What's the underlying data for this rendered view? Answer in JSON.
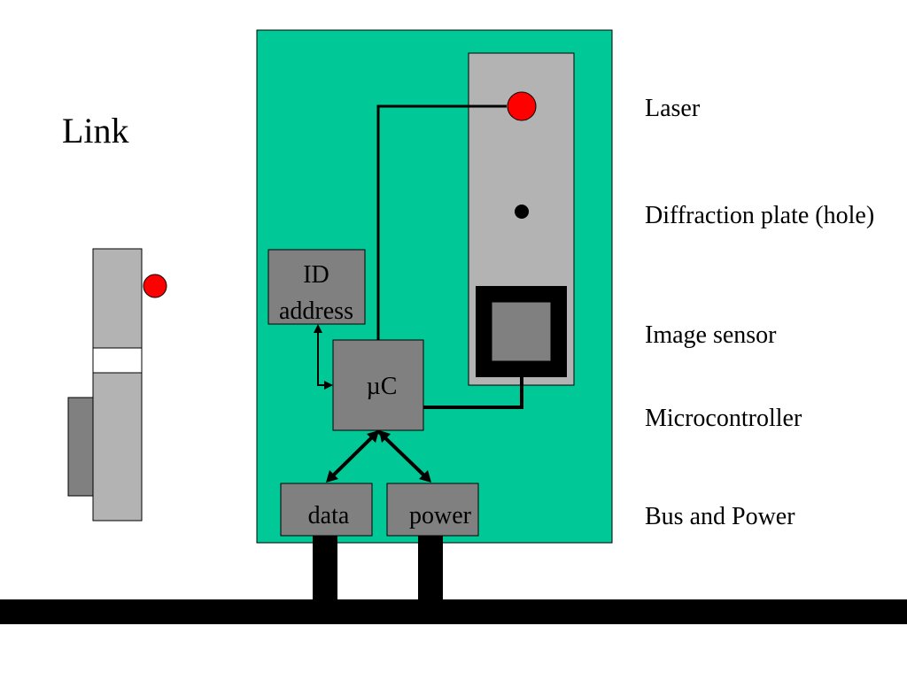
{
  "title": "Link",
  "board": {
    "id_box_line1": "ID",
    "id_box_line2": "address",
    "mcu_label": "µC",
    "data_label": "data",
    "power_label": "power"
  },
  "legend": {
    "laser": "Laser",
    "diffraction": "Diffraction plate (hole)",
    "image_sensor": "Image sensor",
    "microcontroller": "Microcontroller",
    "bus_power": "Bus and Power"
  },
  "colors": {
    "board": "#00c896",
    "module_gray": "#b3b3b3",
    "box_gray": "#808080",
    "laser_red": "#ff0000",
    "bus_black": "#000000"
  }
}
